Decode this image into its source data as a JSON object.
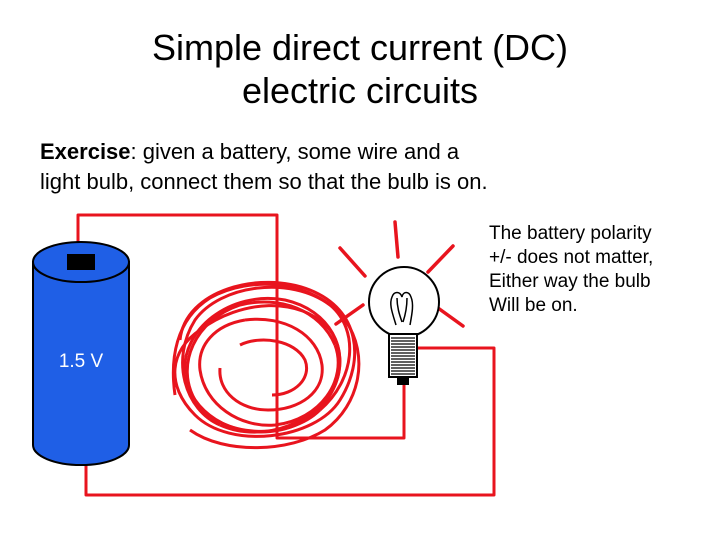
{
  "title": {
    "line1": "Simple direct current (DC)",
    "line2": "electric circuits"
  },
  "exercise": {
    "label": "Exercise",
    "line1_rest": ": given a battery, some wire and a",
    "line2": "light bulb, connect them so that the bulb is on."
  },
  "note": {
    "lines": [
      "The battery polarity",
      "+/- does not matter,",
      "Either way the bulb",
      "Will be on."
    ]
  },
  "battery": {
    "voltage_label": "1.5 V",
    "body_color": "#1f5fe6",
    "terminal_color": "#000000"
  },
  "colors": {
    "wire": "#e8141e",
    "bulb_outline": "#000000"
  },
  "icons": {
    "battery": "battery-icon",
    "bulb": "light-bulb-icon"
  }
}
